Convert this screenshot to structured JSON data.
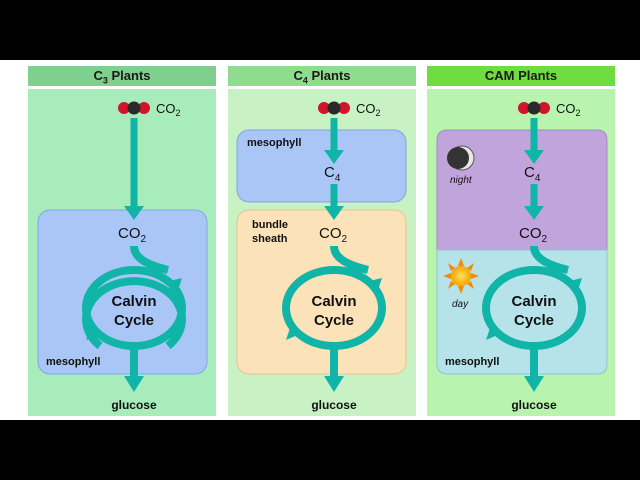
{
  "headers": {
    "c3": {
      "letter": "C",
      "sub": "3",
      "rest": "Plants"
    },
    "c4": {
      "letter": "C",
      "sub": "4",
      "rest": "Plants"
    },
    "cam": {
      "label": "CAM Plants"
    }
  },
  "labels": {
    "co2_main": "CO",
    "co2_sub": "2",
    "c4_main": "C",
    "c4_sub": "4",
    "calvin_line1": "Calvin",
    "calvin_line2": "Cycle",
    "glucose": "glucose",
    "mesophyll": "mesophyll",
    "bundle_line1": "bundle",
    "bundle_line2": "sheath",
    "night": "night",
    "day": "day"
  },
  "colors": {
    "arrow": "#10b5a8",
    "mesophyll_blue": "#a9c6f7",
    "bundle_sheath": "#fbe2b8",
    "night_purple": "#c2a4dc",
    "day_blue": "#b6e2ea",
    "molecule_red": "#d0142a"
  }
}
